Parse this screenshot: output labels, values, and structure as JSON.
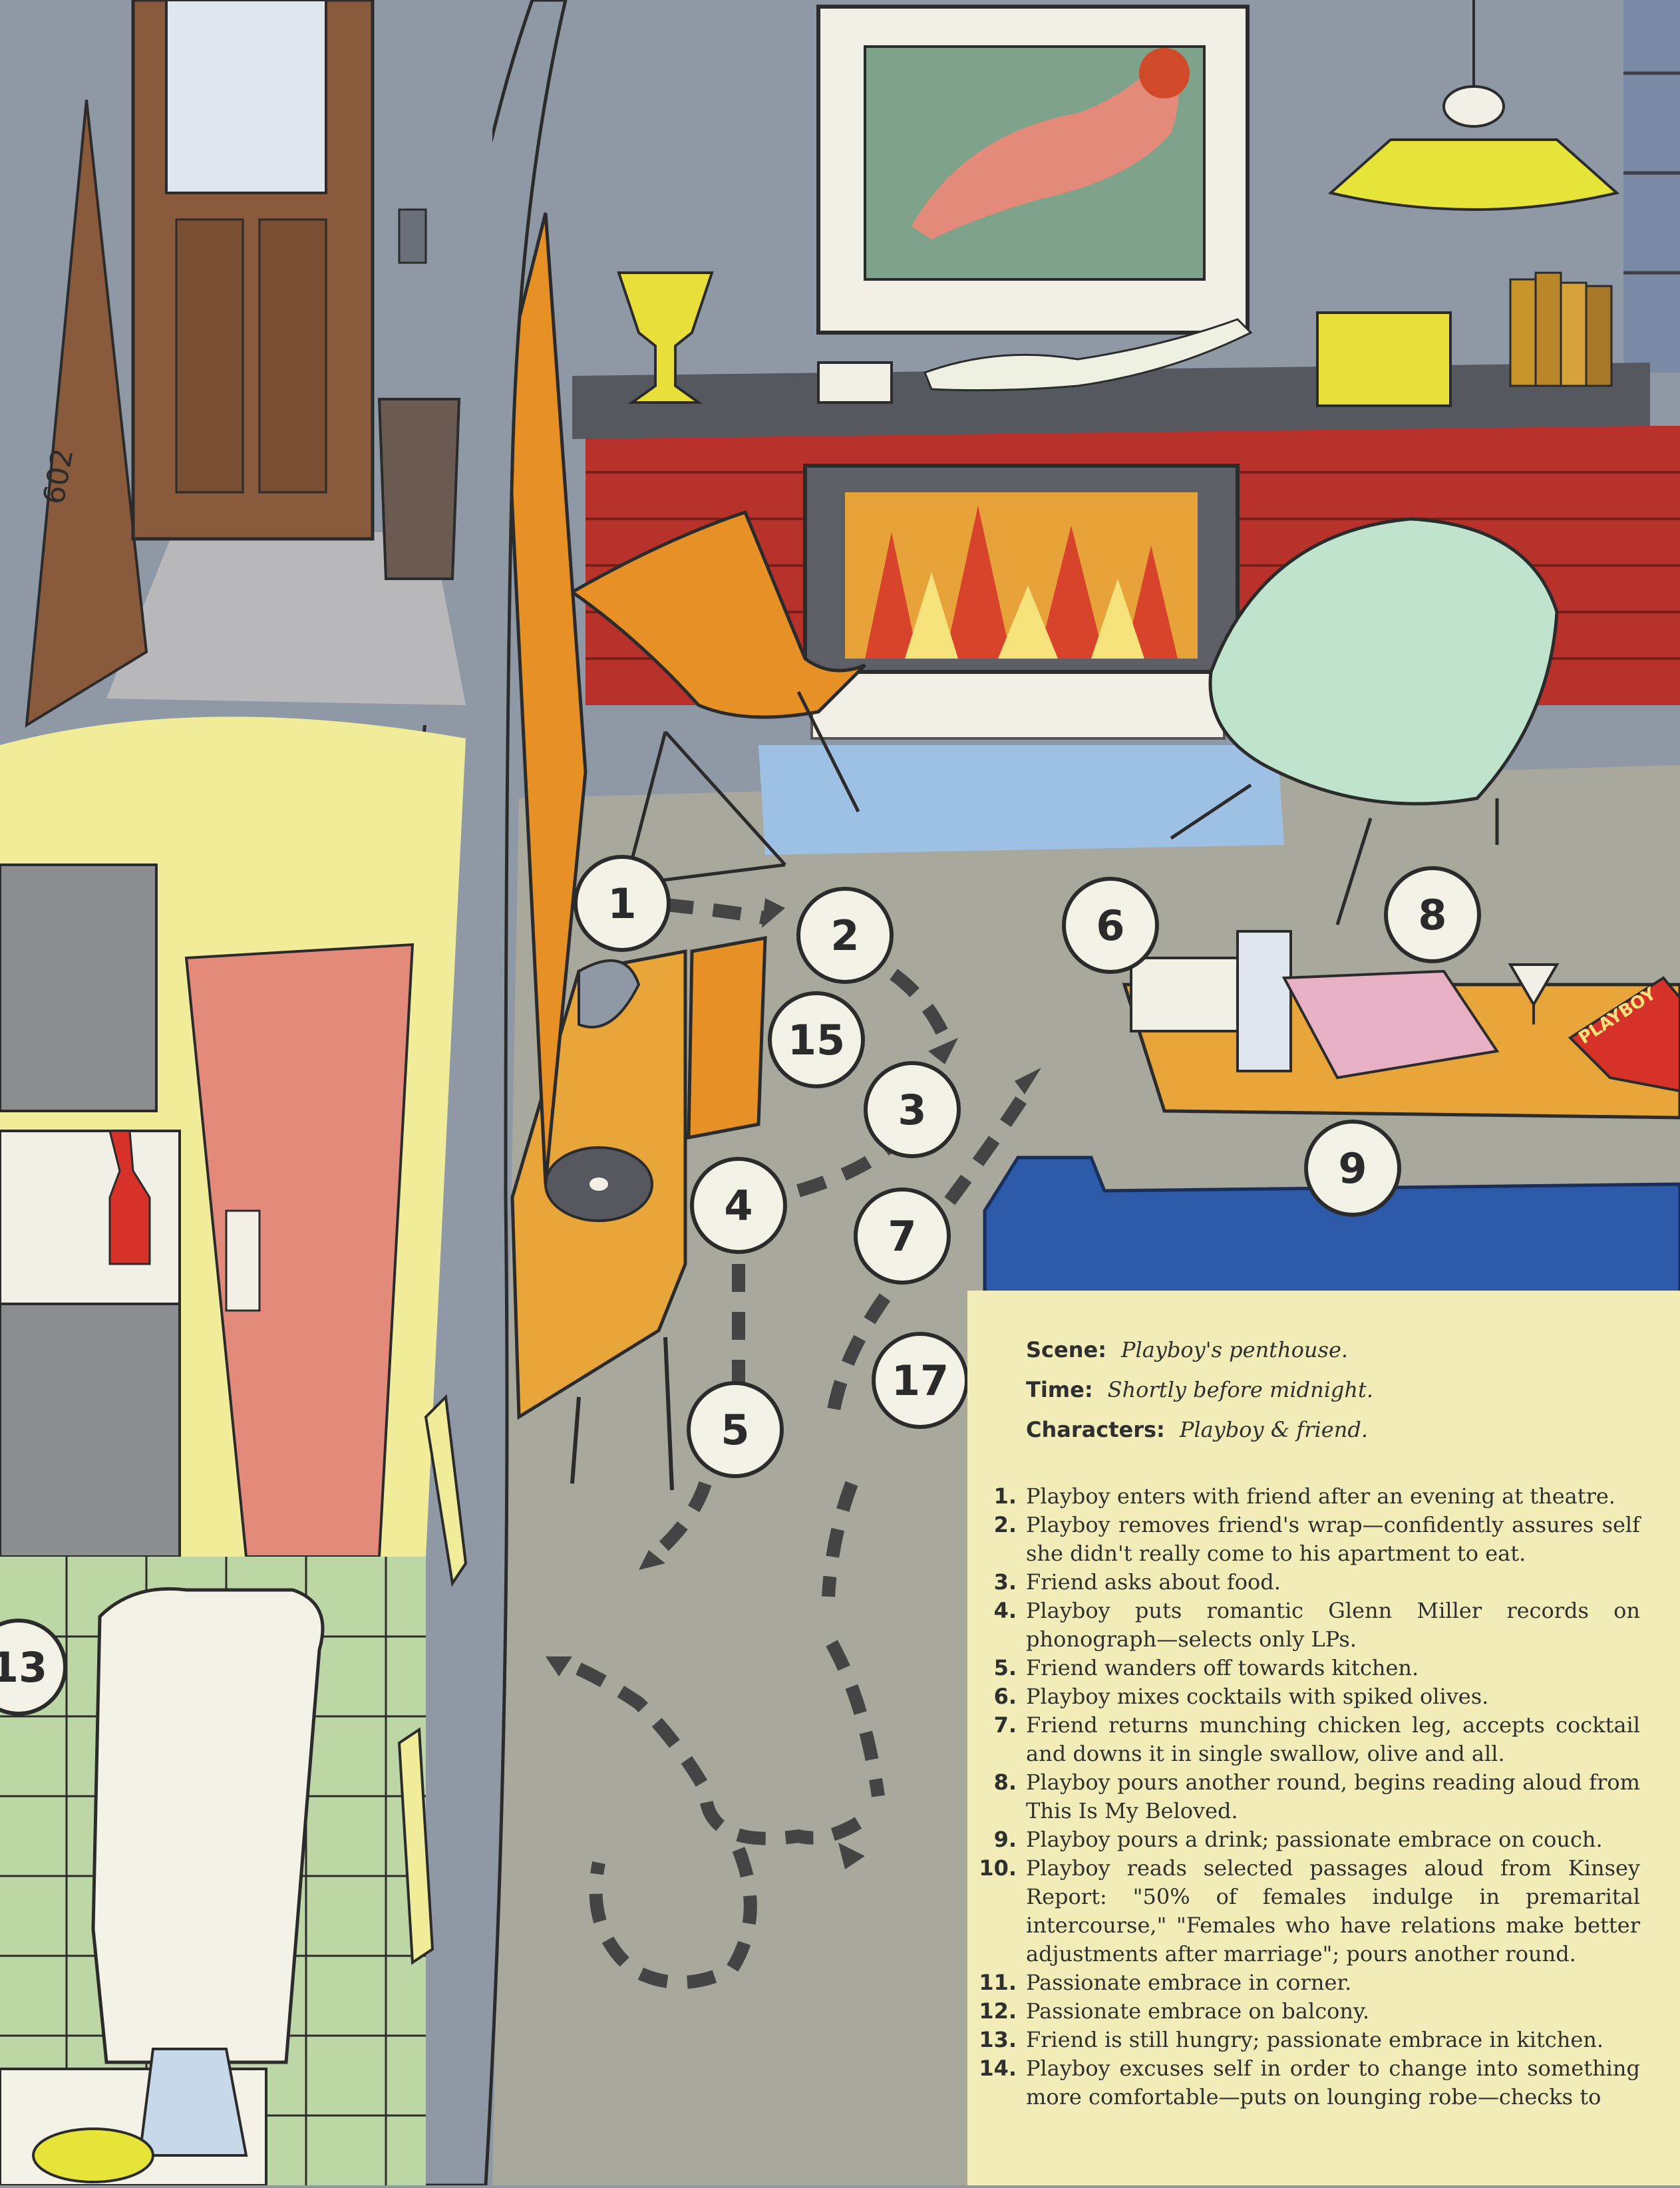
{
  "colors": {
    "wall": "#8f99a6",
    "floor": "#a8a89c",
    "brick": "#b8312a",
    "mantel": "#55595f",
    "door": "#8a5a3c",
    "orange": "#e69025",
    "yellow_wall": "#f0ec9a",
    "couch_blue": "#2c59a8",
    "table": "#e8a53a",
    "kitchen_floor": "#bcd6a6",
    "caption_bg": "#f2ecb9",
    "marker_bg": "#f4f1e6",
    "ink": "#2b2b2b"
  },
  "scene_text": {
    "door_number": "602",
    "magazine": "PLAYBOY"
  },
  "markers": [
    "1",
    "2",
    "3",
    "4",
    "5",
    "6",
    "7",
    "8",
    "9",
    "13",
    "15",
    "17"
  ],
  "caption": {
    "scene_label": "Scene:",
    "scene_value": "Playboy's penthouse.",
    "time_label": "Time:",
    "time_value": "Shortly before midnight.",
    "characters_label": "Characters:",
    "characters_value": "Playboy & friend.",
    "events": [
      {
        "num": "1.",
        "text": "Playboy enters with friend after an evening at theatre."
      },
      {
        "num": "2.",
        "text": "Playboy removes friend's wrap—confidently assures self she didn't really come to his apartment to eat."
      },
      {
        "num": "3.",
        "text": "Friend asks about food."
      },
      {
        "num": "4.",
        "text": "Playboy puts romantic Glenn Miller records on phonograph—selects only LPs."
      },
      {
        "num": "5.",
        "text": "Friend wanders off towards kitchen."
      },
      {
        "num": "6.",
        "text": "Playboy mixes cocktails with spiked olives."
      },
      {
        "num": "7.",
        "text": "Friend returns munching chicken leg, accepts cocktail and downs it in single swallow, olive and all."
      },
      {
        "num": "8.",
        "text": "Playboy pours another round, begins reading aloud from This Is My Beloved."
      },
      {
        "num": "9.",
        "text": "Playboy pours a drink; passionate embrace on couch."
      },
      {
        "num": "10.",
        "text": "Playboy reads selected passages aloud from Kinsey Report: \"50% of females indulge in premarital intercourse,\" \"Females who have relations make better adjustments after marriage\"; pours another round."
      },
      {
        "num": "11.",
        "text": "Passionate embrace in corner."
      },
      {
        "num": "12.",
        "text": "Passionate embrace on balcony."
      },
      {
        "num": "13.",
        "text": "Friend is still hungry; passionate embrace in kitchen."
      },
      {
        "num": "14.",
        "text": "Playboy excuses self in order to change into something more comfortable—puts on lounging robe—checks to"
      }
    ]
  }
}
